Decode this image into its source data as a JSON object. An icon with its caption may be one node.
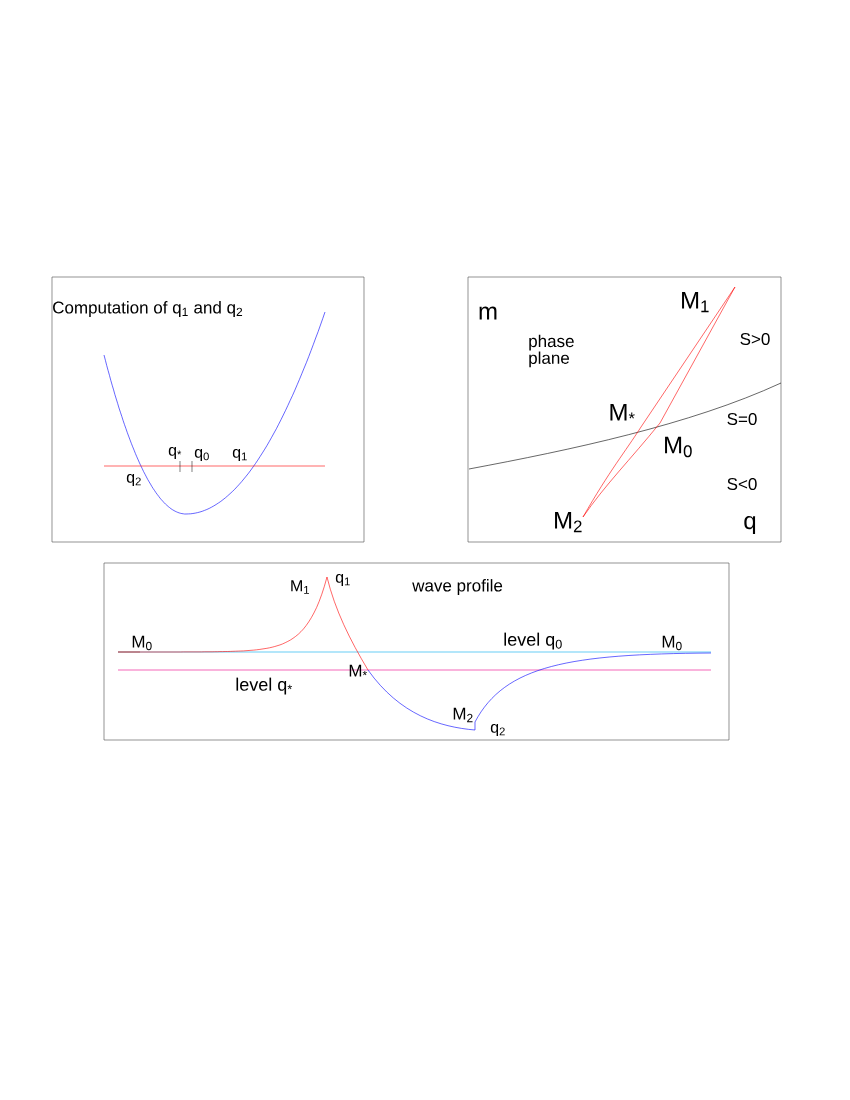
{
  "diagram": {
    "nodes": [
      {
        "text": [
          "Computation of q$_{1}$ and q$_{2}$"
        ]
      },
      {
        "text": [
          "phase plane"
        ]
      },
      {
        "text": [
          "wave profile"
        ]
      }
    ],
    "labels": [
      "q$_{*}$",
      "q$_{0}$",
      "q$_{1}$",
      "q$_{2}$",
      "m",
      "M$_{1}$",
      "S>0",
      "M$_{*}$",
      "S=0",
      "M$_{0}$",
      "S<0",
      "M$_{2}$",
      "q",
      "M$_{1}$",
      "q$_{1}$",
      "M$_{0}$",
      "level q$_{0}$",
      "M$_{0}$",
      "level q$_{*}$",
      "M$_{*}$",
      "M$_{2}$",
      "q$_{2}$"
    ]
  }
}
